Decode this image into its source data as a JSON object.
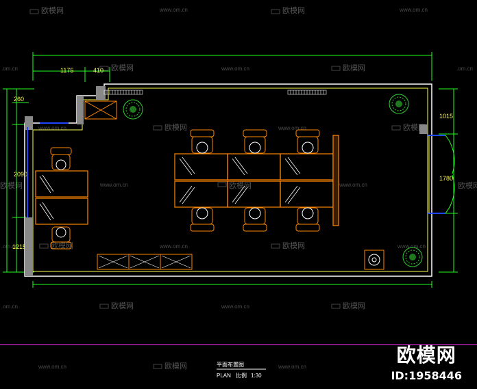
{
  "plan": {
    "caption_title": "平面布置图",
    "caption_plan_label": "PLAN",
    "caption_scale_label": "比例",
    "caption_scale": "1:30"
  },
  "dimensions": {
    "top_left": "1175",
    "top_small": "410",
    "left_top": "260",
    "left_mid": "2090",
    "left_bottom": "1215",
    "right_top": "1015",
    "right_mid": "1780"
  },
  "watermark": {
    "text": "欧模网",
    "url": "www.om.cn",
    "url_short": ".om.cn"
  },
  "brand": {
    "name": "欧模网",
    "id": "ID:1958446"
  },
  "colors": {
    "background": "#000000",
    "dimension_lines": "#22ff22",
    "walls_outer": "#ffffff",
    "walls_inner": "#ffff55",
    "furniture": "#ff8800",
    "doors": "#2244ff",
    "plants": "#33cc33",
    "border": "#ff33ff"
  }
}
